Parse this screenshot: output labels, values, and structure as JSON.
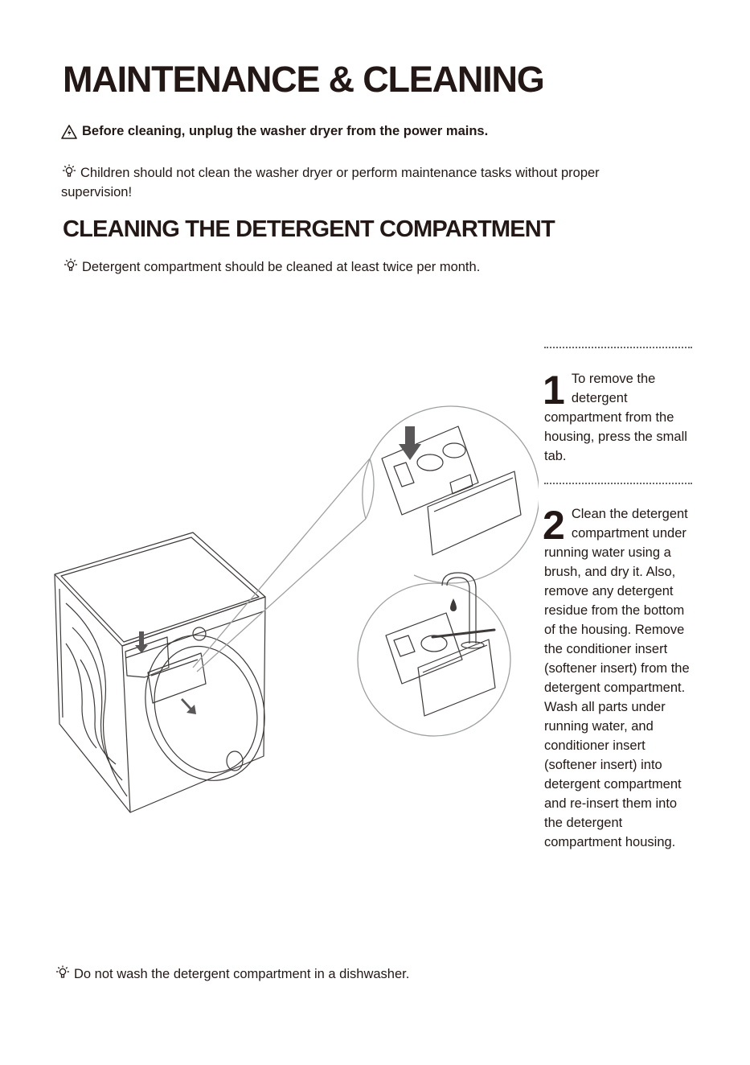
{
  "page": {
    "title": "MAINTENANCE & CLEANING",
    "warning": "Before cleaning, unplug the washer dryer from the power mains.",
    "tip_children": "Children should not clean the washer dryer or perform maintenance tasks without proper supervision!",
    "section_title": "CLEANING THE DETERGENT COMPARTMENT",
    "tip_frequency": "Detergent compartment should be cleaned at least twice per month.",
    "steps": [
      {
        "number": "1",
        "text": "To remove the detergent compartment from the housing, press the small tab."
      },
      {
        "number": "2",
        "text": "Clean the detergent compartment under running water using a brush, and dry it. Also, remove any detergent residue from the bottom of the housing. Remove the conditioner insert (softener insert) from the detergent compartment. Wash all parts under running water, and conditioner insert (softener insert) into detergent compartment and re-insert them into the detergent compartment housing."
      }
    ],
    "tip_dishwasher": "Do not wash the detergent compartment in a dishwasher.",
    "icons": {
      "warning": "warning-triangle-icon",
      "tip": "lightbulb-icon"
    }
  }
}
